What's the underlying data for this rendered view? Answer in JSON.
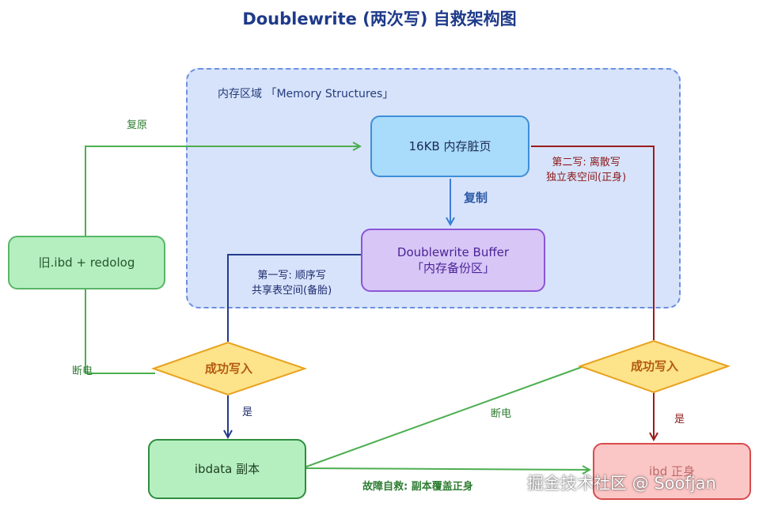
{
  "title": "Doublewrite (两次写) 自救架构图",
  "region": {
    "label": "内存区域 「Memory Structures」"
  },
  "nodes": {
    "mem_page": "16KB 内存脏页",
    "dw_buffer": {
      "line1": "Doublewrite Buffer",
      "line2": "「内存备份区」"
    },
    "old_ibd": "旧.ibd + redolog",
    "ibdata": "ibdata 副本",
    "ibd_target": "ibd 正身",
    "decision_left": "成功写入",
    "decision_right": "成功写入"
  },
  "edges": {
    "copy": "复制",
    "first_write": {
      "line1": "第一写: 顺序写",
      "line2": "共享表空间(备胎)"
    },
    "second_write": {
      "line1": "第二写: 离散写",
      "line2": "独立表空间(正身)"
    },
    "restore": "复原",
    "power_off_left": "断电",
    "power_off_right": "断电",
    "yes_left": "是",
    "yes_right": "是",
    "recovery": "故障自救: 副本覆盖正身"
  },
  "watermark": "掘金技术社区 @ Soofjan",
  "colors": {
    "region_fill": "#d7e3fb",
    "region_border": "#6d8fe0",
    "blue_node": "#a9dbfb",
    "purple_node": "#d8c6f7",
    "green_node": "#b5efbf",
    "red_node": "#fbc6c6",
    "decision_fill": "#fde38a",
    "green_arrow": "#4caf50",
    "dark_red_arrow": "#9b1c1c",
    "navy_arrow": "#243a8c"
  }
}
